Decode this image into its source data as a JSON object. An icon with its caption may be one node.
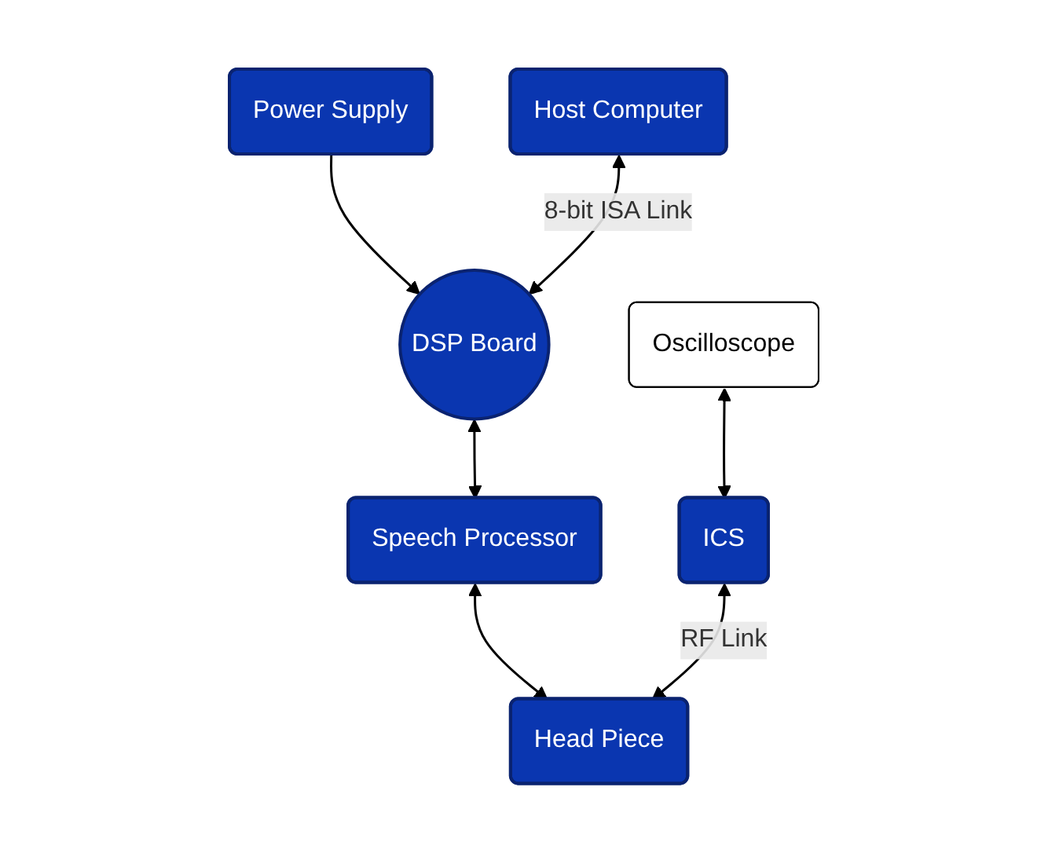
{
  "diagram": {
    "nodes": [
      {
        "text": [
          "Power Supply"
        ]
      },
      {
        "text": [
          "Host Computer"
        ]
      },
      {
        "text": [
          "DSP Board"
        ]
      },
      {
        "text": [
          "Speech Processor"
        ]
      },
      {
        "text": [
          "ICS"
        ]
      },
      {
        "text": [
          "Head Piece"
        ]
      },
      {
        "text": [
          "Oscilloscope"
        ]
      }
    ],
    "edges": [
      {
        "from": 0,
        "to": 2,
        "arrow": "to"
      },
      {
        "from": 1,
        "to": 2,
        "arrow": "both",
        "label": "8-bit ISA Link"
      },
      {
        "from": 2,
        "to": 3,
        "arrow": "both"
      },
      {
        "from": 3,
        "to": 5,
        "arrow": "both"
      },
      {
        "from": 4,
        "to": 5,
        "arrow": "both",
        "label": "RF Link"
      },
      {
        "from": 6,
        "to": 4,
        "arrow": "both"
      }
    ]
  }
}
